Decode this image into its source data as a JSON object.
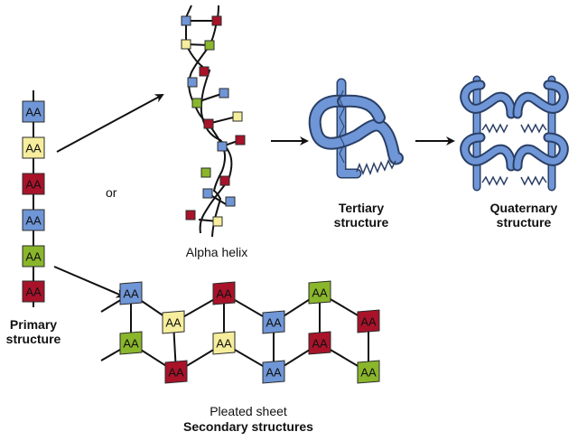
{
  "colors": {
    "blue": "#6f96d6",
    "yellow": "#f6ee9c",
    "red": "#a8132a",
    "green": "#8ab62c",
    "protein": "#6f96d6",
    "protein_outline": "#2a3f66",
    "line": "#111111"
  },
  "residue_label": "AA",
  "primary": {
    "label_line1": "Primary",
    "label_line2": "structure",
    "residues": [
      "blue",
      "yellow",
      "red",
      "blue",
      "green",
      "red"
    ]
  },
  "connector_word": "or",
  "alpha_helix": {
    "label": "Alpha helix",
    "residues": [
      "blue",
      "red",
      "yellow",
      "green",
      "red",
      "blue",
      "blue",
      "green",
      "yellow",
      "red",
      "red",
      "blue",
      "green",
      "red",
      "blue",
      "blue",
      "red",
      "yellow",
      "blue"
    ]
  },
  "tertiary": {
    "label_line1": "Tertiary",
    "label_line2": "structure"
  },
  "quaternary": {
    "label_line1": "Quaternary",
    "label_line2": "structure"
  },
  "pleated_sheet": {
    "label": "Pleated sheet",
    "top_strand": [
      "blue",
      "yellow",
      "red",
      "blue",
      "green",
      "red"
    ],
    "bottom_strand": [
      "green",
      "red",
      "yellow",
      "blue",
      "red",
      "green"
    ]
  },
  "secondary_label": "Secondary structures"
}
